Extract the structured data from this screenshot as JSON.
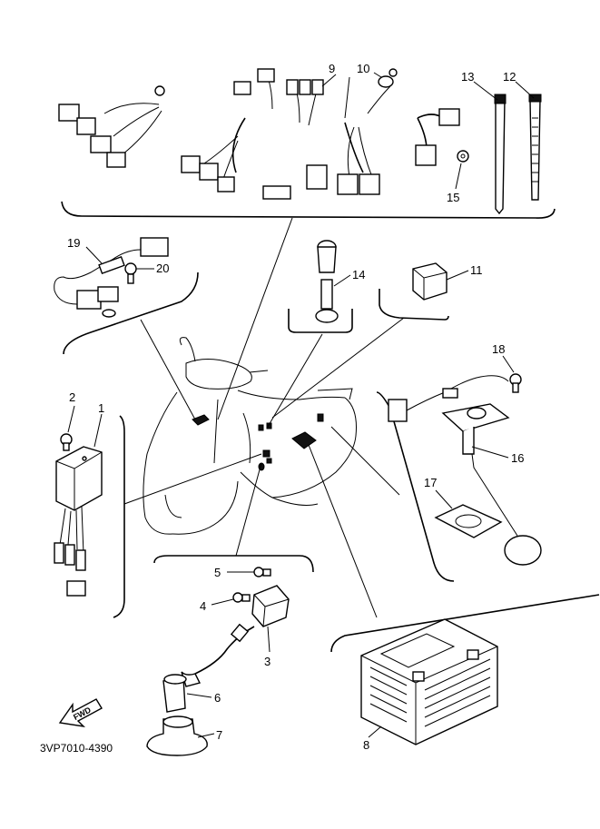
{
  "diagram": {
    "code": "3VP7010-4390",
    "fwd_label": "FWD",
    "callouts": [
      "1",
      "2",
      "3",
      "4",
      "5",
      "6",
      "7",
      "8",
      "9",
      "10",
      "11",
      "12",
      "13",
      "14",
      "15",
      "16",
      "17",
      "18",
      "19",
      "20"
    ]
  }
}
